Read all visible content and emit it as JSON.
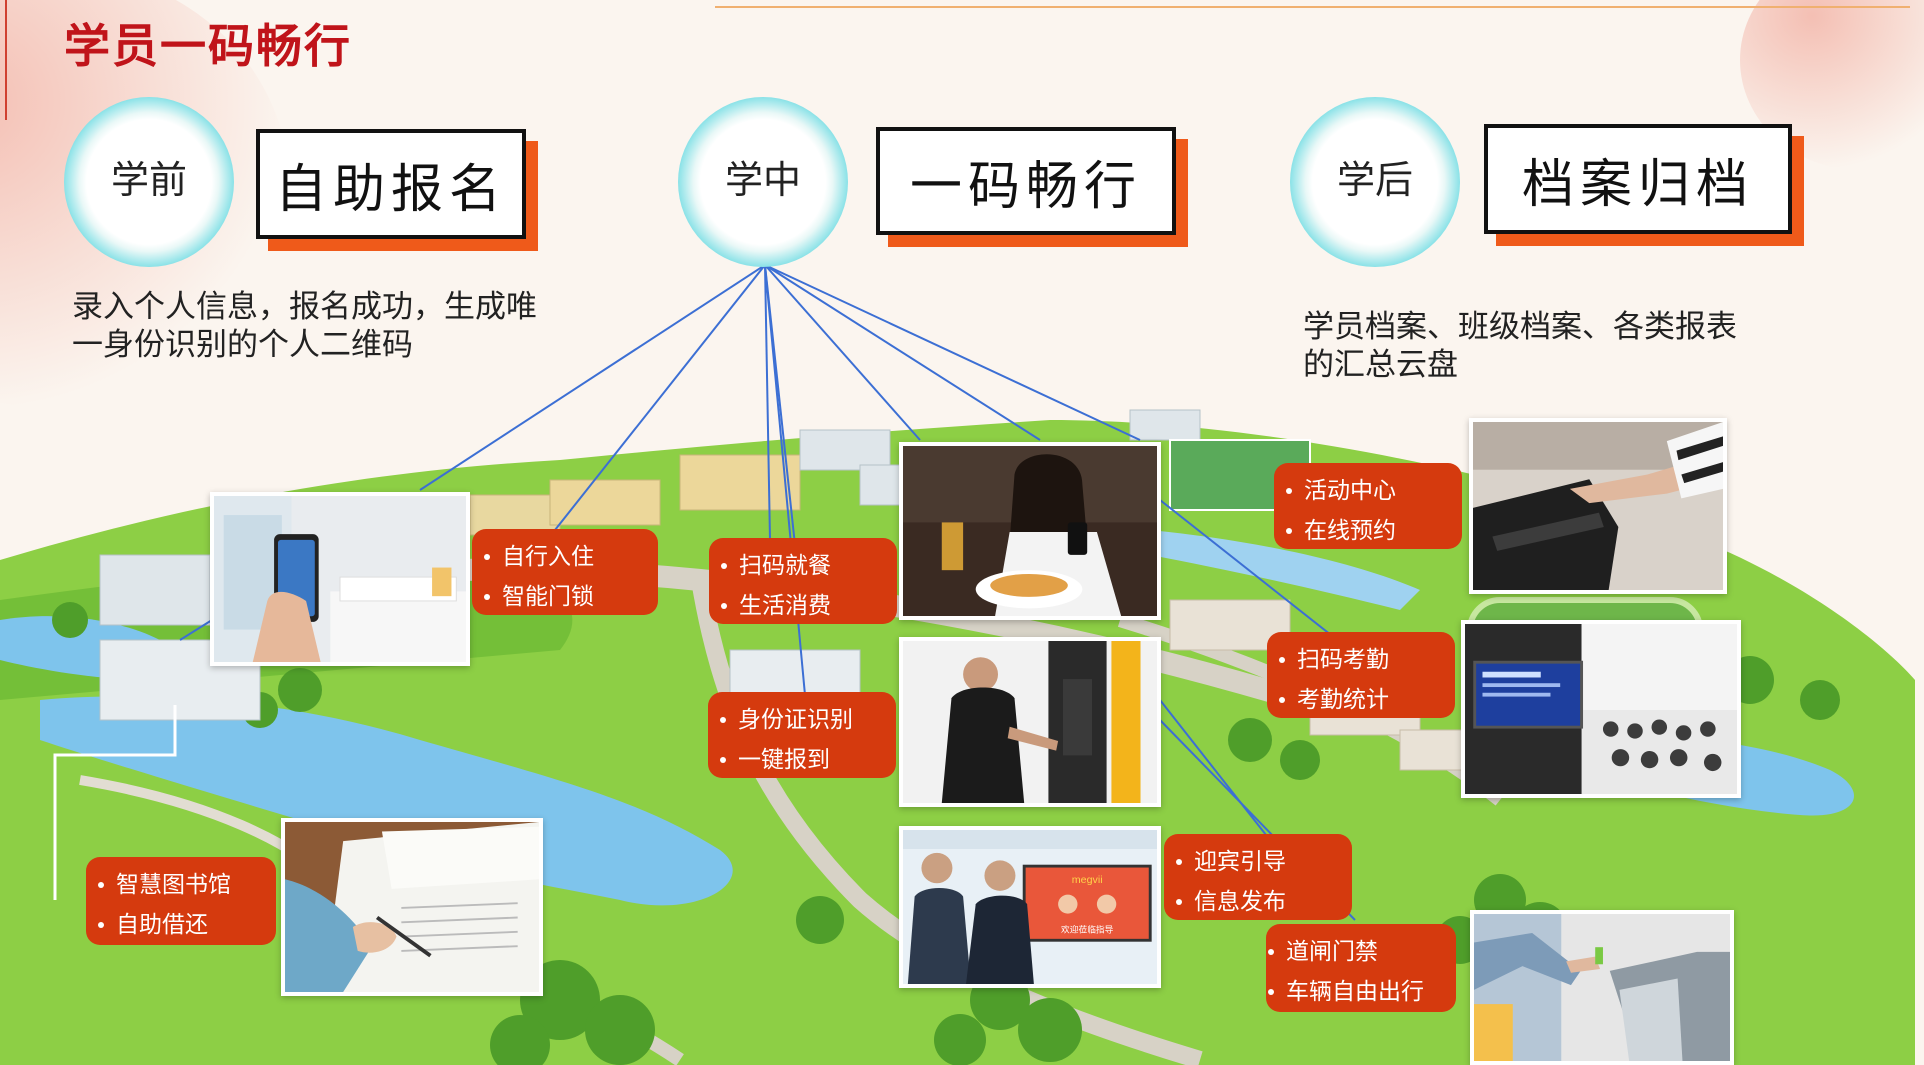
{
  "title": "学员一码畅行",
  "stages": [
    {
      "circle": "学前",
      "box": "自助报名",
      "desc": [
        "录入个人信息，报名成功，生成唯",
        "一身份识别的个人二维码"
      ]
    },
    {
      "circle": "学中",
      "box": "一码畅行"
    },
    {
      "circle": "学后",
      "box": "档案归档",
      "desc": [
        "学员档案、班级档案、各类报表",
        "的汇总云盘"
      ]
    }
  ],
  "tags": [
    {
      "items": [
        "自行入住",
        "智能门锁"
      ]
    },
    {
      "items": [
        "扫码就餐",
        "生活消费"
      ]
    },
    {
      "items": [
        "身份证识别",
        "一键报到"
      ]
    },
    {
      "items": [
        "活动中心",
        "在线预约"
      ]
    },
    {
      "items": [
        "扫码考勤",
        "考勤统计"
      ]
    },
    {
      "items": [
        "迎宾引导",
        "信息发布"
      ]
    },
    {
      "items": [
        "道闸门禁",
        "车辆自由出行"
      ]
    },
    {
      "items": [
        "智慧图书馆",
        "自助借还"
      ]
    }
  ],
  "photos": {
    "screen_brand": "megvii",
    "screen_text": "欢迎莅临指导"
  },
  "colors": {
    "title": "#c0141a",
    "tag": "#d53a0e",
    "shadow": "#ef5a1a",
    "line": "#3c6fd4"
  }
}
